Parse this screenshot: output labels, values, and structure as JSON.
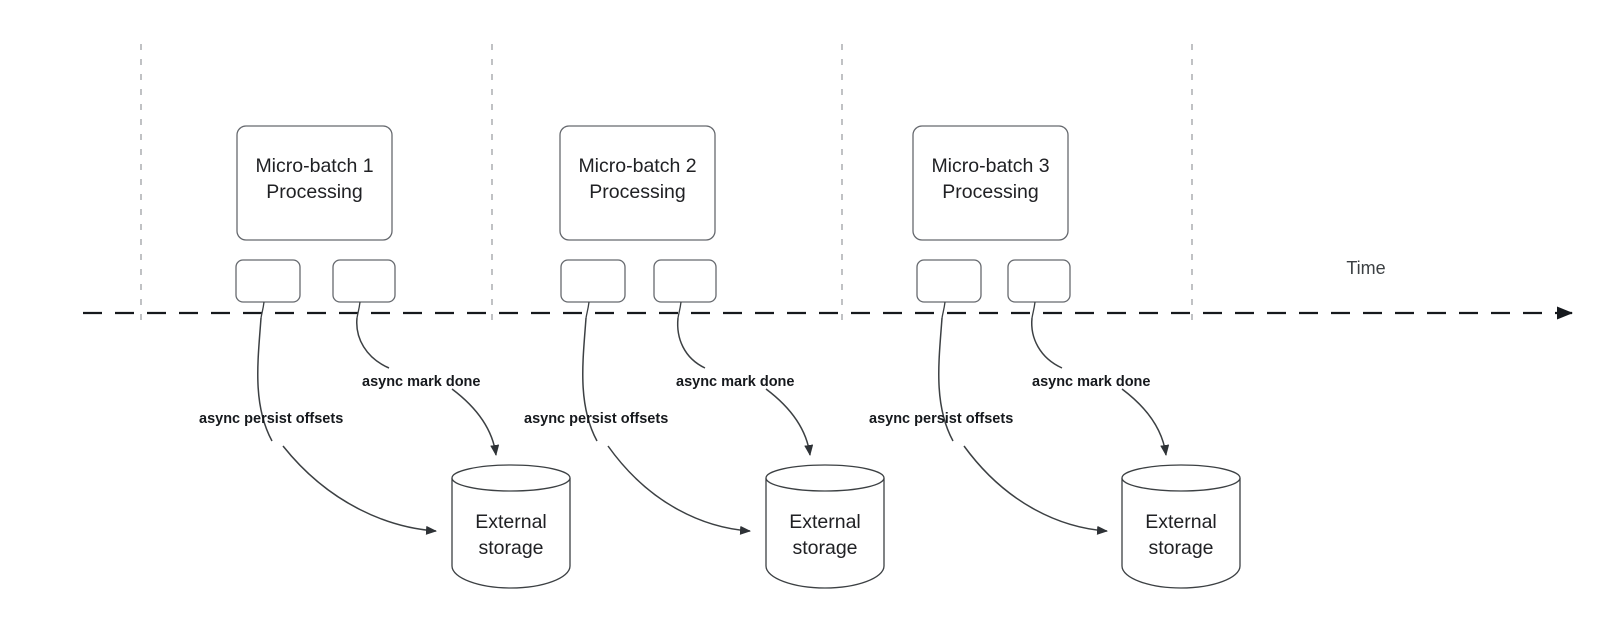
{
  "diagram": {
    "title_axis_label": "Time",
    "groups": [
      {
        "id": "group-1",
        "process_box": {
          "line1": "Micro-batch 1",
          "line2": "Processing"
        },
        "task_boxes": [
          "",
          ""
        ],
        "edges": [
          {
            "label": "async persist offsets"
          },
          {
            "label": "async mark done"
          }
        ],
        "storage": {
          "line1": "External",
          "line2": "storage"
        }
      },
      {
        "id": "group-2",
        "process_box": {
          "line1": "Micro-batch 2",
          "line2": "Processing"
        },
        "task_boxes": [
          "",
          ""
        ],
        "edges": [
          {
            "label": "async persist offsets"
          },
          {
            "label": "async mark done"
          }
        ],
        "storage": {
          "line1": "External",
          "line2": "storage"
        }
      },
      {
        "id": "group-3",
        "process_box": {
          "line1": "Micro-batch 3",
          "line2": "Processing"
        },
        "task_boxes": [
          "",
          ""
        ],
        "edges": [
          {
            "label": "async persist offsets"
          },
          {
            "label": "async mark done"
          }
        ],
        "storage": {
          "line1": "External",
          "line2": "storage"
        }
      }
    ],
    "colors": {
      "shape_stroke": "#66696e",
      "cylinder_stroke": "#3c4043",
      "timeline_stroke": "#16191d",
      "divider_stroke": "#b0b2b6",
      "text": "#202124",
      "background": "#ffffff"
    }
  }
}
